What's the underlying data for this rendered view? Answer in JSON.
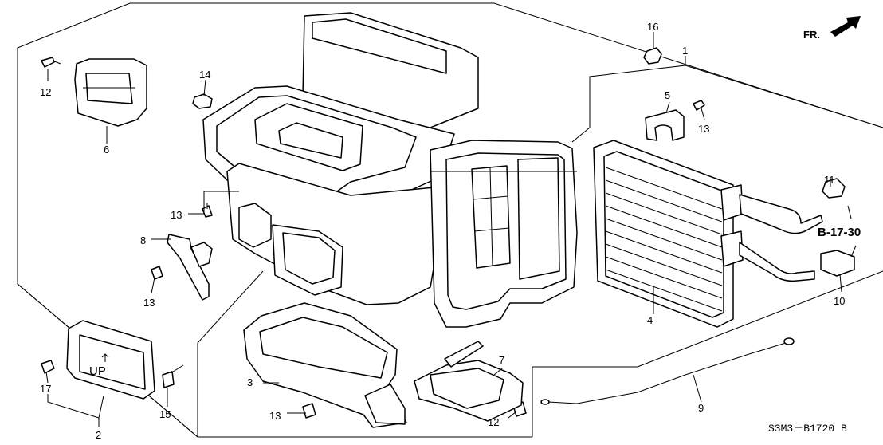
{
  "diagram": {
    "orientation": "FR.",
    "diagram_code": "S3M3－B1720 B",
    "reference": "B-17-30",
    "up_text": "UP",
    "callouts": [
      {
        "id": "c1",
        "text": "1"
      },
      {
        "id": "c2",
        "text": "2"
      },
      {
        "id": "c3",
        "text": "3"
      },
      {
        "id": "c4",
        "text": "4"
      },
      {
        "id": "c5",
        "text": "5"
      },
      {
        "id": "c6",
        "text": "6"
      },
      {
        "id": "c7",
        "text": "7"
      },
      {
        "id": "c8",
        "text": "8"
      },
      {
        "id": "c9",
        "text": "9"
      },
      {
        "id": "c10",
        "text": "10"
      },
      {
        "id": "c11",
        "text": "11"
      },
      {
        "id": "c12a",
        "text": "12"
      },
      {
        "id": "c12b",
        "text": "12"
      },
      {
        "id": "c13a",
        "text": "13"
      },
      {
        "id": "c13b",
        "text": "13"
      },
      {
        "id": "c13c",
        "text": "13"
      },
      {
        "id": "c13d",
        "text": "13"
      },
      {
        "id": "c14",
        "text": "14"
      },
      {
        "id": "c15",
        "text": "15"
      },
      {
        "id": "c16",
        "text": "16"
      },
      {
        "id": "c17",
        "text": "17"
      }
    ]
  }
}
